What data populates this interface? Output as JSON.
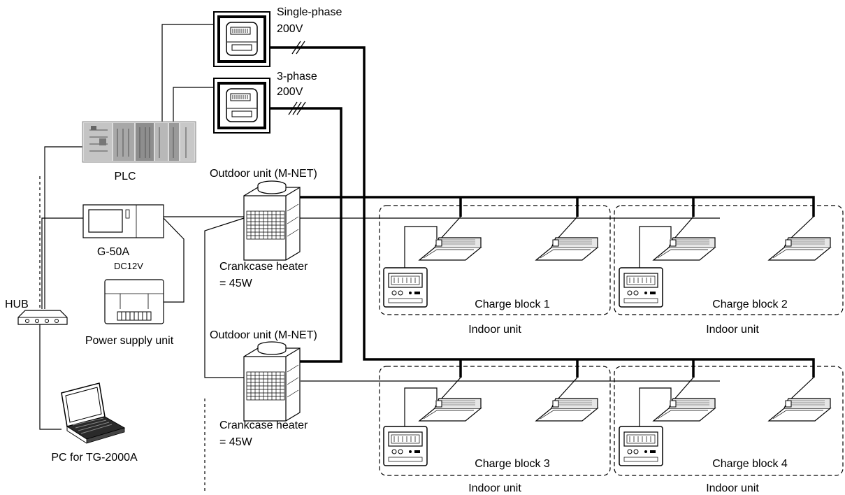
{
  "labels": {
    "meter1_phase": "Single-phase",
    "meter1_voltage": "200V",
    "meter2_phase": "3-phase",
    "meter2_voltage": "200V",
    "plc": "PLC",
    "outdoor1": "Outdoor unit (M-NET)",
    "outdoor2": "Outdoor unit (M-NET)",
    "g50a": "G-50A",
    "dc12v": "DC12V",
    "hub": "HUB",
    "power_supply": "Power supply unit",
    "pc": "PC for TG-2000A",
    "heater1_name": "Crankcase heater",
    "heater1_value": "= 45W",
    "heater2_name": "Crankcase heater",
    "heater2_value": "= 45W"
  },
  "blocks": [
    {
      "name": "Charge block 1",
      "indoor": "Indoor unit"
    },
    {
      "name": "Charge block 2",
      "indoor": "Indoor unit"
    },
    {
      "name": "Charge block 3",
      "indoor": "Indoor unit"
    },
    {
      "name": "Charge block 4",
      "indoor": "Indoor unit"
    }
  ]
}
